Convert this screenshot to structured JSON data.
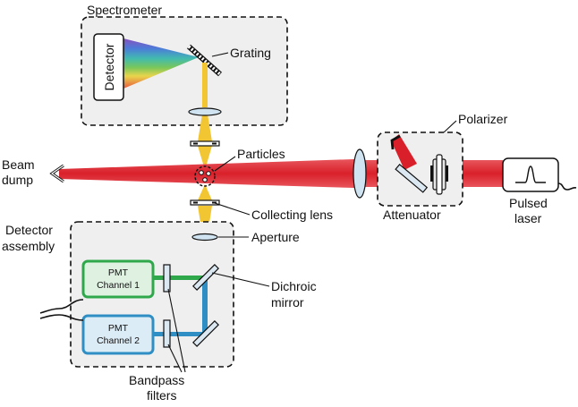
{
  "labels": {
    "spectrometer": "Spectrometer",
    "detector": "Detector",
    "grating": "Grating",
    "particles": "Particles",
    "beam_dump_1": "Beam",
    "beam_dump_2": "dump",
    "polarizer": "Polarizer",
    "attenuator": "Attenuator",
    "pulsed_laser_1": "Pulsed",
    "pulsed_laser_2": "laser",
    "collecting_lens": "Collecting lens",
    "aperture": "Aperture",
    "detector_assembly_1": "Detector",
    "detector_assembly_2": "assembly",
    "pmt1_line1": "PMT",
    "pmt1_line2": "Channel 1",
    "pmt2_line1": "PMT",
    "pmt2_line2": "Channel 2",
    "dichroic_1": "Dichroic",
    "dichroic_2": "mirror",
    "bandpass_1": "Bandpass",
    "bandpass_2": "filters"
  },
  "colors": {
    "laser_beam": "#d9202a",
    "collected_light": "#f2c632",
    "channel_1": "#2ea84a",
    "channel_2": "#2f8fc4",
    "box_fill": "#efefef"
  }
}
